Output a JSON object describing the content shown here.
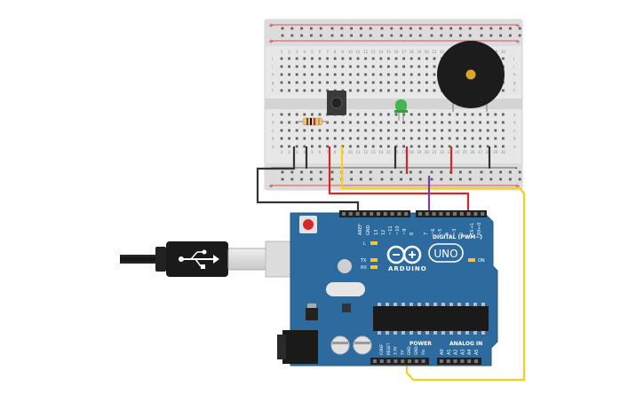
{
  "breadboard": {
    "rail_plus": "+",
    "rail_minus": "-",
    "rows_top": [
      "j",
      "i",
      "h",
      "g",
      "f"
    ],
    "rows_bottom": [
      "e",
      "d",
      "c",
      "b",
      "a"
    ],
    "column_numbers": [
      "1",
      "2",
      "3",
      "4",
      "5",
      "6",
      "7",
      "8",
      "9",
      "10",
      "11",
      "12",
      "13",
      "14",
      "15",
      "16",
      "17",
      "18",
      "19",
      "20",
      "21",
      "22",
      "23",
      "24",
      "25",
      "26",
      "27",
      "28",
      "29",
      "30"
    ]
  },
  "arduino": {
    "logo_text": "ARDUINO",
    "model": "UNO",
    "digital_label": "DIGITAL (PWM~)",
    "power_label": "POWER",
    "analog_label": "ANALOG IN",
    "on_label": "ON",
    "led_l": "L",
    "led_tx": "TX",
    "led_rx": "RX",
    "digital_pins": [
      "AREF",
      "GND",
      "13",
      "12",
      "~11",
      "~10",
      "~9",
      "8",
      "7",
      "~6",
      "~5",
      "4",
      "~3",
      "2",
      "TX→1",
      "RX←0"
    ],
    "power_pins": [
      "IOREF",
      "RESET",
      "3.3V",
      "5V",
      "GND",
      "GND",
      "Vin"
    ],
    "analog_pins": [
      "A0",
      "A1",
      "A2",
      "A3",
      "A4",
      "A5"
    ]
  },
  "colors": {
    "board_blue": "#2d6b9e",
    "wire_black": "#333333",
    "wire_red": "#d6262b",
    "wire_yellow": "#f2d21a",
    "wire_purple": "#7b3fa0",
    "led_green": "#46b450"
  },
  "components": {
    "usb_cable": "usb-icon",
    "button": "pushbutton",
    "led": "green-led",
    "resistor": "resistor",
    "buzzer": "piezo-buzzer"
  }
}
